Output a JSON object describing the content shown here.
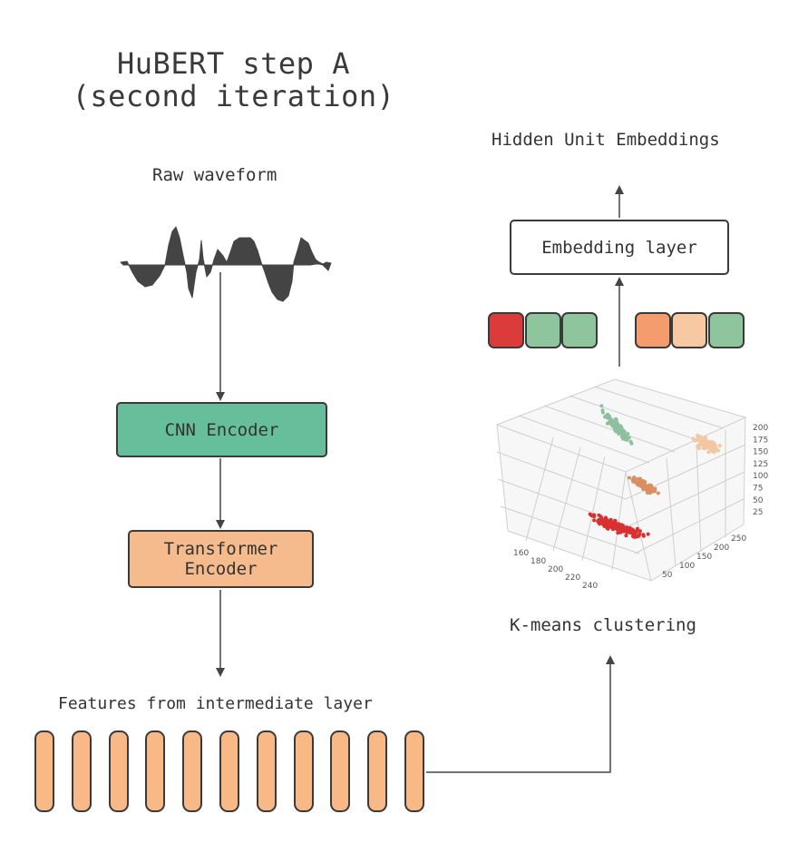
{
  "title": {
    "line1": "HuBERT step A",
    "line2": "(second iteration)"
  },
  "labels": {
    "raw_waveform": "Raw waveform",
    "hidden_unit_embeddings": "Hidden Unit Embeddings",
    "features": "Features from intermediate layer",
    "kmeans": "K-means clustering"
  },
  "boxes": {
    "cnn_encoder": "CNN Encoder",
    "transformer_line1": "Transformer",
    "transformer_line2": "Encoder",
    "embedding_layer": "Embedding layer"
  },
  "colors": {
    "green": "#66bf9a",
    "orange": "#f6bb8d",
    "red": "#dc3b3b",
    "light_green": "#8fc59c",
    "peach": "#f7c9a2",
    "salmon": "#f49c6d"
  },
  "feature_count": 11,
  "unit_tokens": [
    "red",
    "light_green",
    "light_green",
    "salmon",
    "peach",
    "light_green"
  ],
  "scatter_axes": {
    "z_ticks": [
      "200",
      "175",
      "150",
      "125",
      "100",
      "75",
      "50",
      "25"
    ],
    "x_ticks": [
      "160",
      "180",
      "200",
      "220",
      "240"
    ],
    "y_ticks": [
      "250",
      "200",
      "150",
      "100",
      "50"
    ]
  }
}
